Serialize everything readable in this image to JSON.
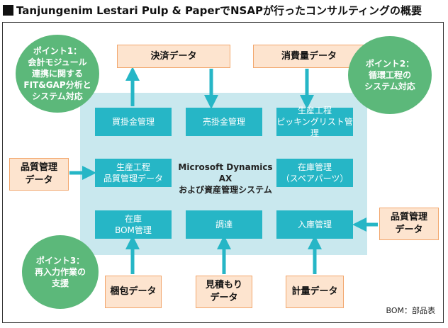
{
  "title": "Tanjungenim Lestari Pulp & PaperでNSAPが行ったコンサルティングの概要",
  "center_label": "Microsoft Dynamics AX\nおよび資産管理システム",
  "modules": {
    "purchase": "買掛金管理",
    "sales": "売掛金管理",
    "picking": "生産工程\nピッキングリスト管理",
    "quality_data": "生産工程\n品質管理データ",
    "spare_parts": "在庫管理\n（スペアパーツ）",
    "bom": "在庫\nBOM管理",
    "procurement": "調達",
    "receiving": "入庫管理"
  },
  "data_sources": {
    "settlement": "決済データ",
    "consumption": "消費量データ",
    "quality_left": "品質管理\nデータ",
    "quality_right": "品質管理\nデータ",
    "packing": "梱包データ",
    "estimate": "見積もり\nデータ",
    "measurement": "計量データ"
  },
  "points": {
    "p1": "ポイント1：\n会計モジュール\n連携に関する\nFIT&GAP分析と\nシステム対応",
    "p2": "ポイント2：\n循環工程の\nシステム対応",
    "p3": "ポイント3：\n再入力作業の\n支援"
  },
  "footnote": "BOM：部品表",
  "colors": {
    "module": "#26b6c6",
    "panel": "#c9e8ee",
    "data_fill": "#fde4cf",
    "data_border": "#f2a66c",
    "point": "#5cb87a",
    "arrow": "#26b6c6"
  }
}
